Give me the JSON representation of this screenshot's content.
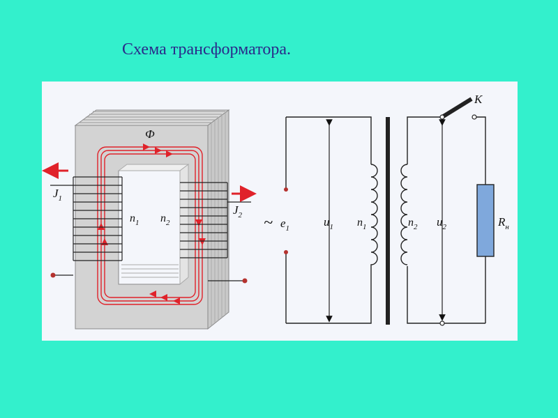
{
  "slide": {
    "title": "Схема трансформатора."
  },
  "core": {
    "flux_label": "Ф",
    "primary_current": {
      "main": "J",
      "sub": "1"
    },
    "secondary_current": {
      "main": "J",
      "sub": "2"
    },
    "primary_winding": {
      "main": "n",
      "sub": "1"
    },
    "secondary_winding": {
      "main": "n",
      "sub": "2"
    }
  },
  "circuit": {
    "ac_symbol": "~",
    "emf": {
      "main": "e",
      "sub": "1"
    },
    "voltage_in": {
      "main": "u",
      "sub": "1"
    },
    "winding_in": {
      "main": "n",
      "sub": "1"
    },
    "winding_out": {
      "main": "n",
      "sub": "2"
    },
    "voltage_out": {
      "main": "u",
      "sub": "2"
    },
    "switch_label": "K",
    "load": {
      "main": "R",
      "sub": "н"
    }
  },
  "colors": {
    "background": "#33f0cc",
    "title": "#2a2a8a",
    "panel": "#f4f6fb",
    "flux": "#e0222a",
    "load_resistor": "#7fa8dc",
    "terminal": "#b5322e"
  }
}
